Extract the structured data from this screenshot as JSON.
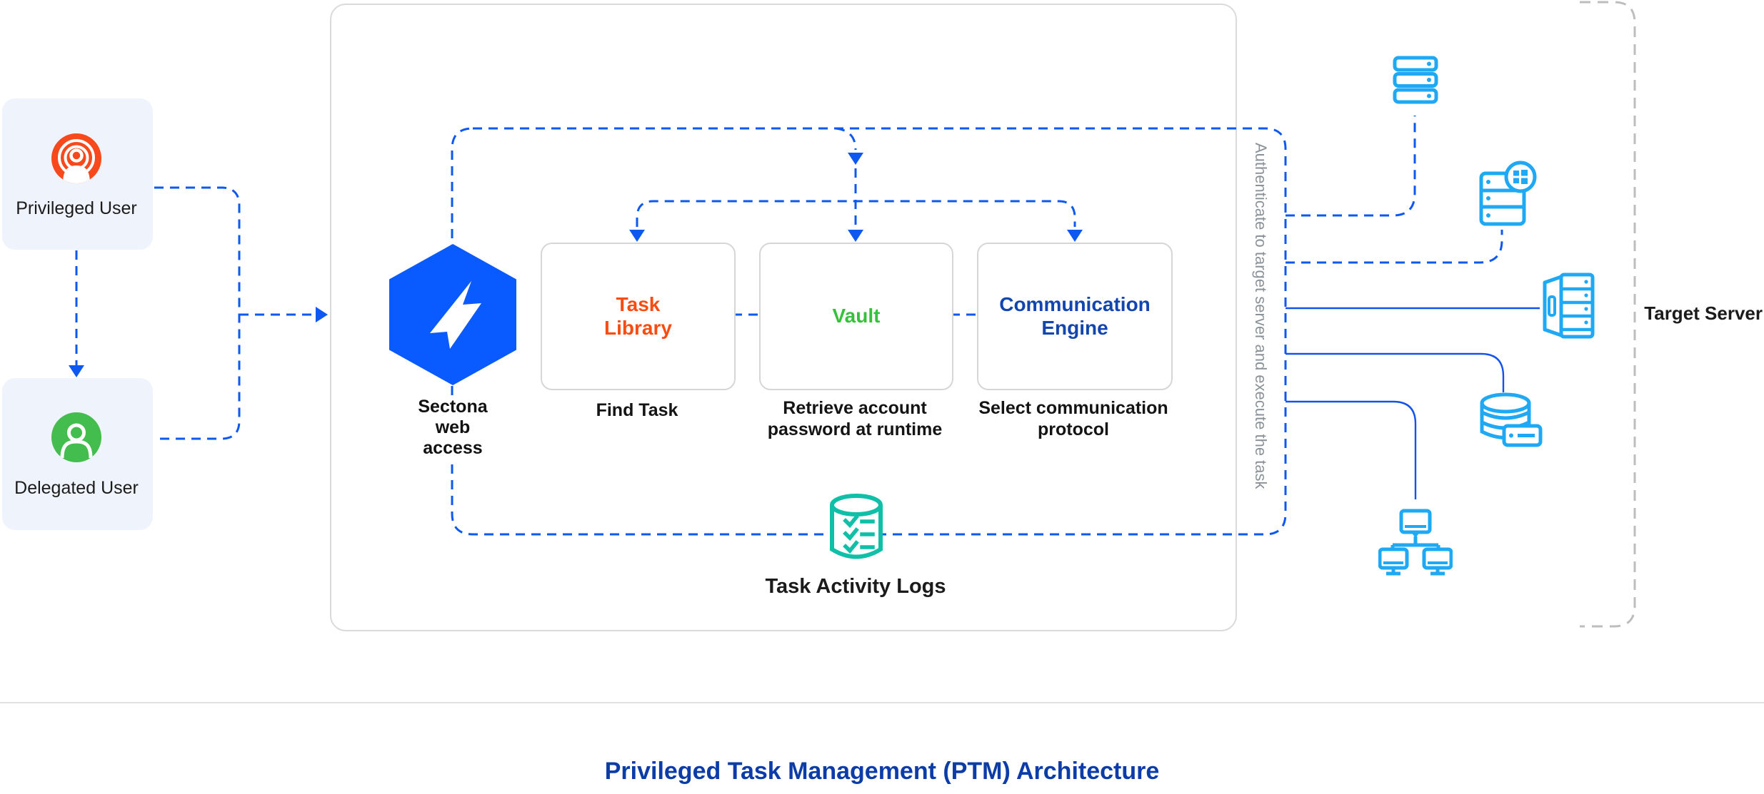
{
  "title": "Privileged Task Management (PTM) Architecture",
  "users": {
    "privileged": {
      "label": "Privileged User",
      "icon": "privileged-user-icon",
      "color": "#F8491C"
    },
    "delegated": {
      "label": "Delegated User",
      "icon": "delegated-user-icon",
      "color": "#43BD4D"
    }
  },
  "platform": {
    "logo": {
      "label": "Sectona web access",
      "icon": "sectona-hexagon-icon",
      "color": "#0A5BFF"
    },
    "modules": [
      {
        "title": "Task Library",
        "caption": "Find Task",
        "title_color": "#F84C11"
      },
      {
        "title": "Vault",
        "caption": "Retrieve account password at runtime",
        "title_color": "#35C13B"
      },
      {
        "title": "Communication Engine",
        "caption": "Select communication protocol",
        "title_color": "#1246AE"
      }
    ],
    "logs": {
      "label": "Task Activity Logs",
      "icon": "task-logs-icon",
      "color": "#10BFA8"
    }
  },
  "authenticate_note": "Authenticate to target server and execute the task",
  "target": {
    "label": "Target Server",
    "icons": [
      "server-stack-icon",
      "windows-server-icon",
      "tower-server-icon",
      "database-server-icon",
      "workstation-network-icon"
    ],
    "icon_color": "#1FA8F3"
  },
  "colors": {
    "connector_blue": "#0E58F2",
    "border_gray": "#DADADA",
    "zone_dash_gray": "#BDBDBD",
    "note_gray": "#8A9298",
    "title_blue": "#0B3CA8",
    "card_bg": "#EFF3FB"
  }
}
